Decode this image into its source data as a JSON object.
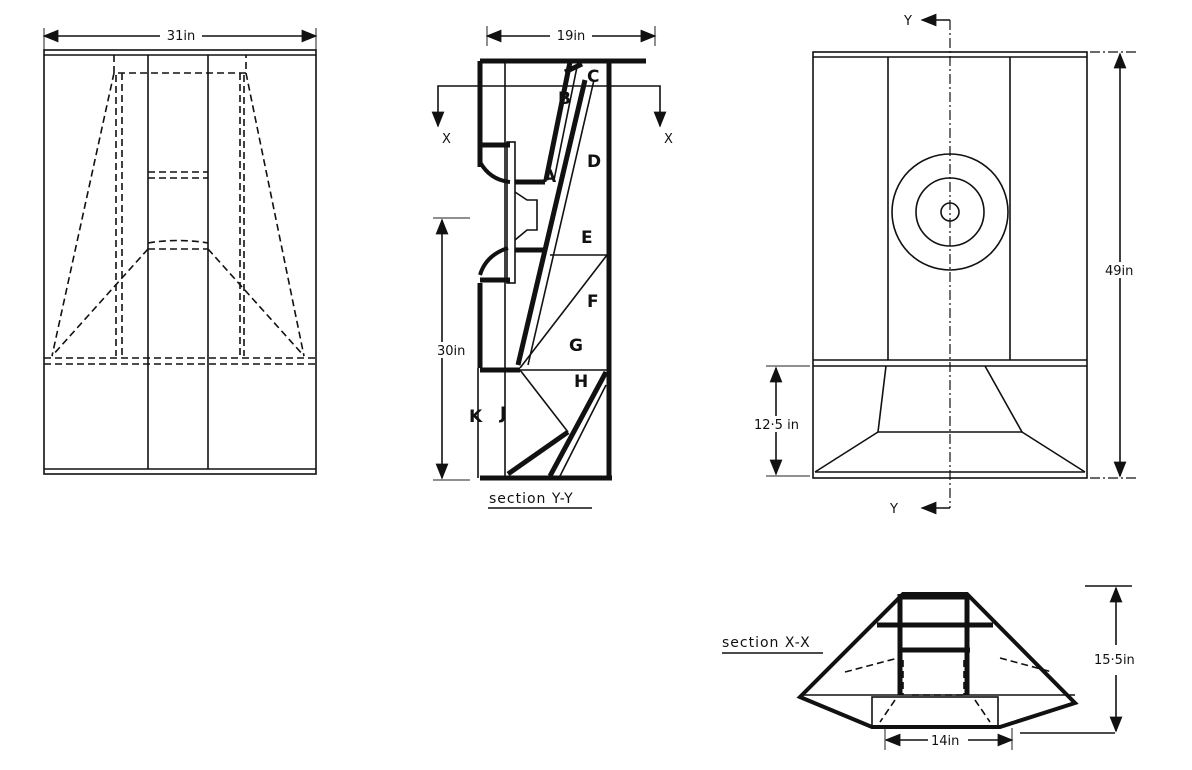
{
  "front_view": {
    "width_label": "31in"
  },
  "section_yy": {
    "title": "section Y-Y",
    "width_label": "19in",
    "height_label": "30in",
    "cut_marker": "X",
    "panel_labels": [
      "A",
      "B",
      "C",
      "D",
      "E",
      "F",
      "G",
      "H",
      "J",
      "K"
    ]
  },
  "side_view": {
    "height_label": "49in",
    "mouth_height_label": "12·5 in",
    "cut_marker": "Y"
  },
  "section_xx": {
    "title": "section X-X",
    "depth_label": "15·5in",
    "width_label": "14in"
  }
}
